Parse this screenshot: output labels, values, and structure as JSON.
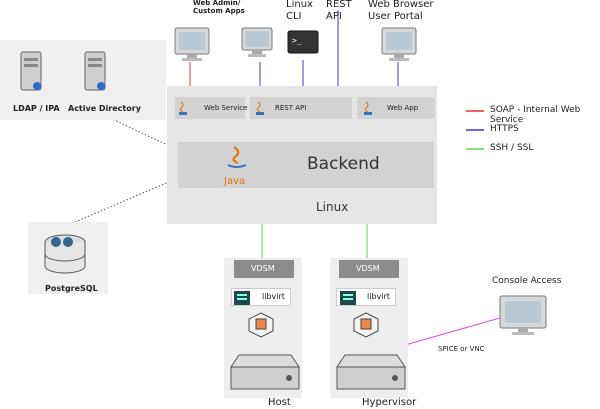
{
  "clients": {
    "web_admin": "Web Admin/\nCustom Apps",
    "linux_cli": "Linux\nCLI",
    "rest_api": "REST\nAPI",
    "web_browser": "Web Browser\nUser Portal"
  },
  "directory": {
    "ldap": "LDAP / IPA",
    "ad": "Active Directory"
  },
  "database": {
    "label": "PostgreSQL"
  },
  "manager": {
    "web_service": "Web Service",
    "rest_api": "REST API",
    "web_app": "Web App",
    "backend": "Backend",
    "java_word": "Java",
    "linux": "Linux"
  },
  "nodes": {
    "vdsm": "VDSM",
    "libvirt": "libvirt",
    "host_label": "Host",
    "hypervisor_label": "Hypervisor"
  },
  "console": {
    "label": "Console Access",
    "link_label": "SPICE or VNC"
  },
  "legend": [
    {
      "label": "SOAP - Internal Web Service",
      "color": "#e8352e"
    },
    {
      "label": "HTTPS",
      "color": "#3b3bd8"
    },
    {
      "label": "SSH / SSL",
      "color": "#5cd35c"
    }
  ],
  "colors": {
    "manager_box": "#e6e6e6",
    "backend_box": "#d2d2d2",
    "vdsm_box": "#8c8c8c",
    "java_orange": "#e76f00",
    "soap": "#e8352e",
    "https": "#3b3bd8",
    "ssh": "#5cd35c",
    "spice": "#d94cd9"
  }
}
